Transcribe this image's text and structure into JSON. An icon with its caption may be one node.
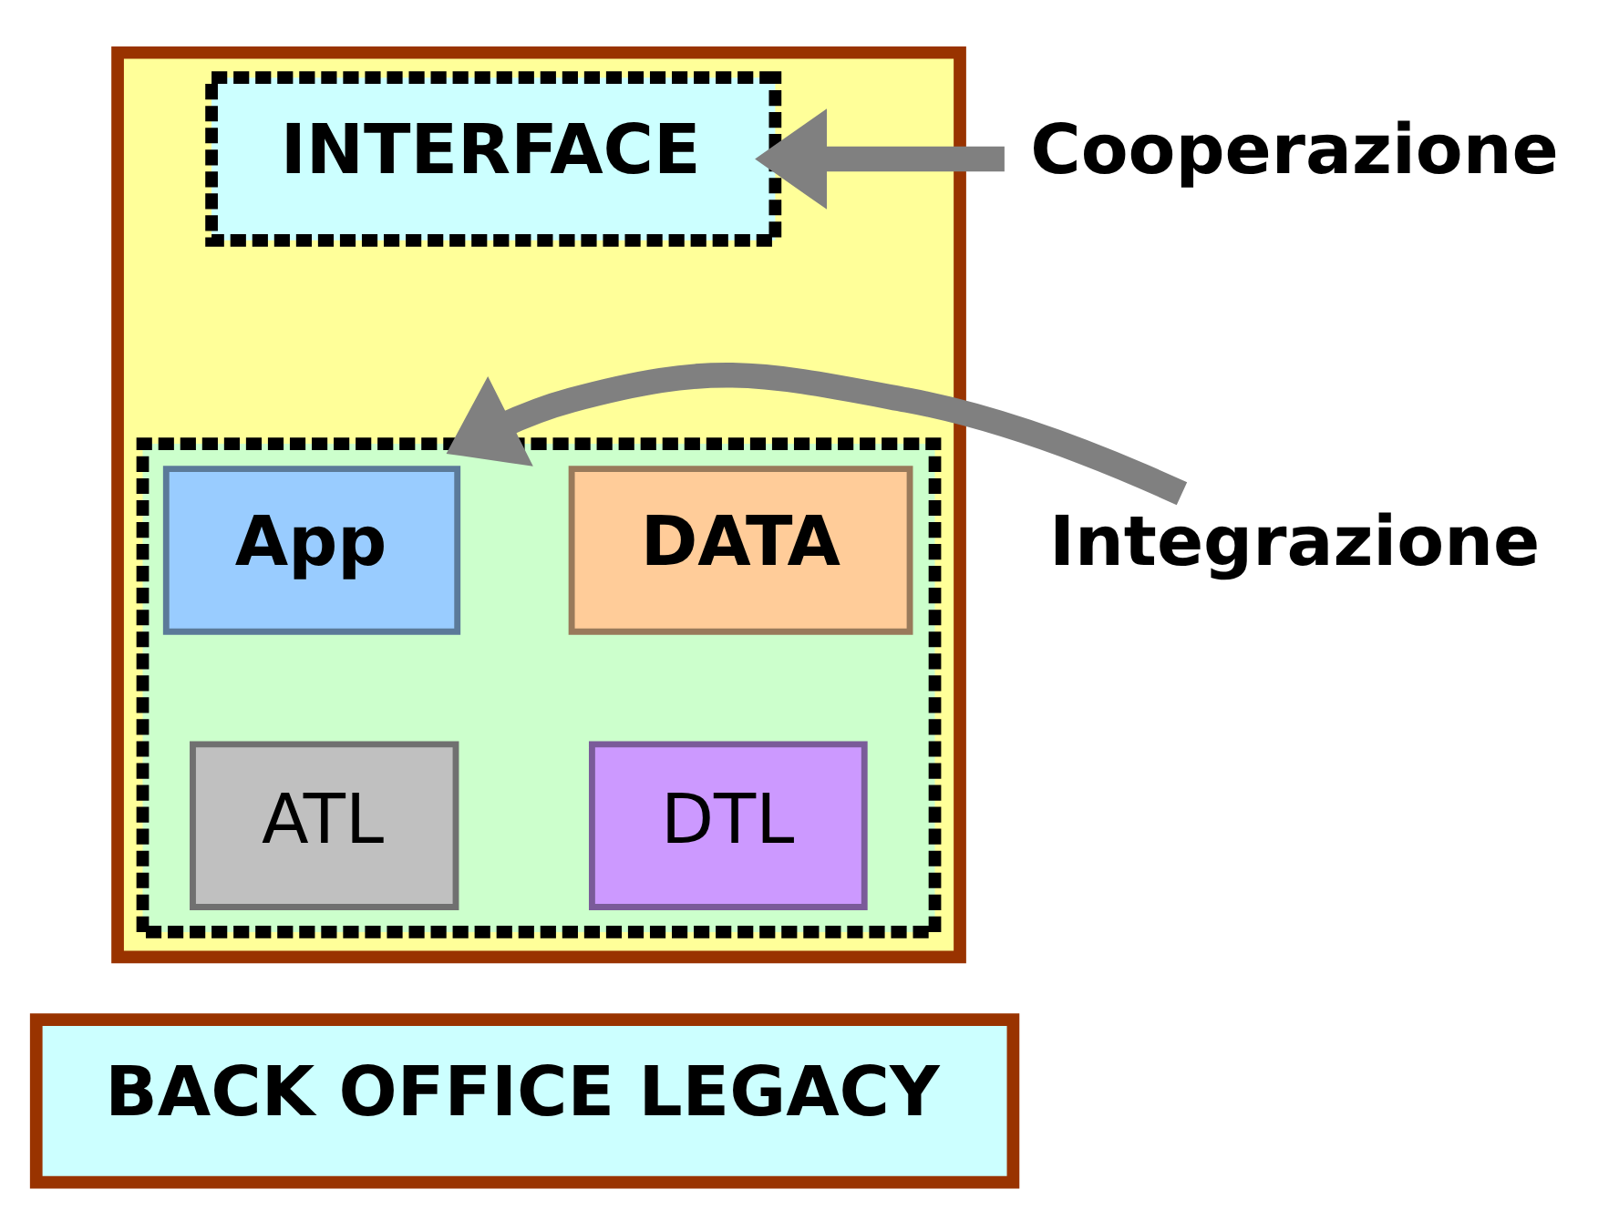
{
  "diagram": {
    "nodes": [
      {
        "text": [],
        "shape": "box"
      },
      {
        "text": [
          "INTERFACE"
        ],
        "in": 0
      },
      {
        "text": [],
        "shape": "box",
        "in": 0
      },
      {
        "text": [
          "App"
        ],
        "in": 2
      },
      {
        "text": [
          "DATA"
        ],
        "in": 2
      },
      {
        "text": [
          "DTL"
        ],
        "in": 2
      },
      {
        "text": [
          "ATL"
        ],
        "in": 2
      },
      {
        "text": [
          "Cooperazione"
        ]
      },
      {
        "text": [
          "Integrazione"
        ]
      },
      {
        "text": [
          "BACK OFFICE LEGACY"
        ]
      }
    ],
    "edges": [
      {
        "from": 7,
        "to": 1,
        "arrow": "to"
      },
      {
        "from": 8,
        "to": 2,
        "arrow": "to"
      }
    ]
  }
}
